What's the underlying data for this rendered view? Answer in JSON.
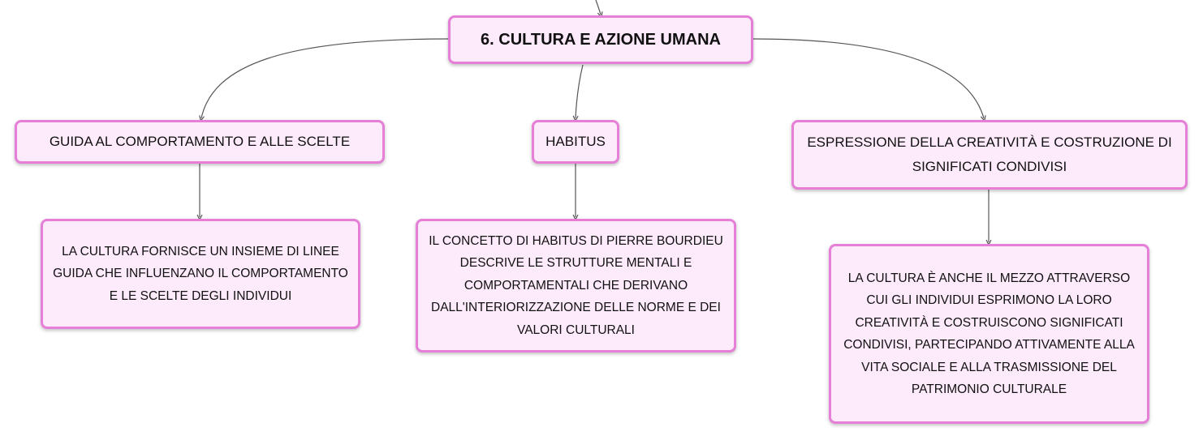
{
  "colors": {
    "node_fill": "#fdeafb",
    "node_border": "#e57fd7",
    "connector": "#555555"
  },
  "root": {
    "label": "6. CULTURA E AZIONE UMANA"
  },
  "branches": [
    {
      "label": "GUIDA AL COMPORTAMENTO E ALLE SCELTE",
      "detail": "LA CULTURA FORNISCE UN INSIEME DI LINEE GUIDA CHE INFLUENZANO IL COMPORTAMENTO E LE SCELTE DEGLI INDIVIDUI"
    },
    {
      "label": "HABITUS",
      "detail": "IL CONCETTO DI HABITUS DI PIERRE BOURDIEU DESCRIVE LE STRUTTURE MENTALI E COMPORTAMENTALI CHE DERIVANO DALL'INTERIORIZZAZIONE DELLE NORME E DEI VALORI CULTURALI"
    },
    {
      "label": "ESPRESSIONE DELLA CREATIVITÀ E COSTRUZIONE DI SIGNIFICATI CONDIVISI",
      "detail": "LA CULTURA È ANCHE IL MEZZO ATTRAVERSO CUI GLI INDIVIDUI ESPRIMONO LA LORO CREATIVITÀ E COSTRUISCONO SIGNIFICATI CONDIVISI, PARTECIPANDO ATTIVAMENTE ALLA VITA SOCIALE E ALLA TRASMISSIONE DEL PATRIMONIO CULTURALE"
    }
  ]
}
